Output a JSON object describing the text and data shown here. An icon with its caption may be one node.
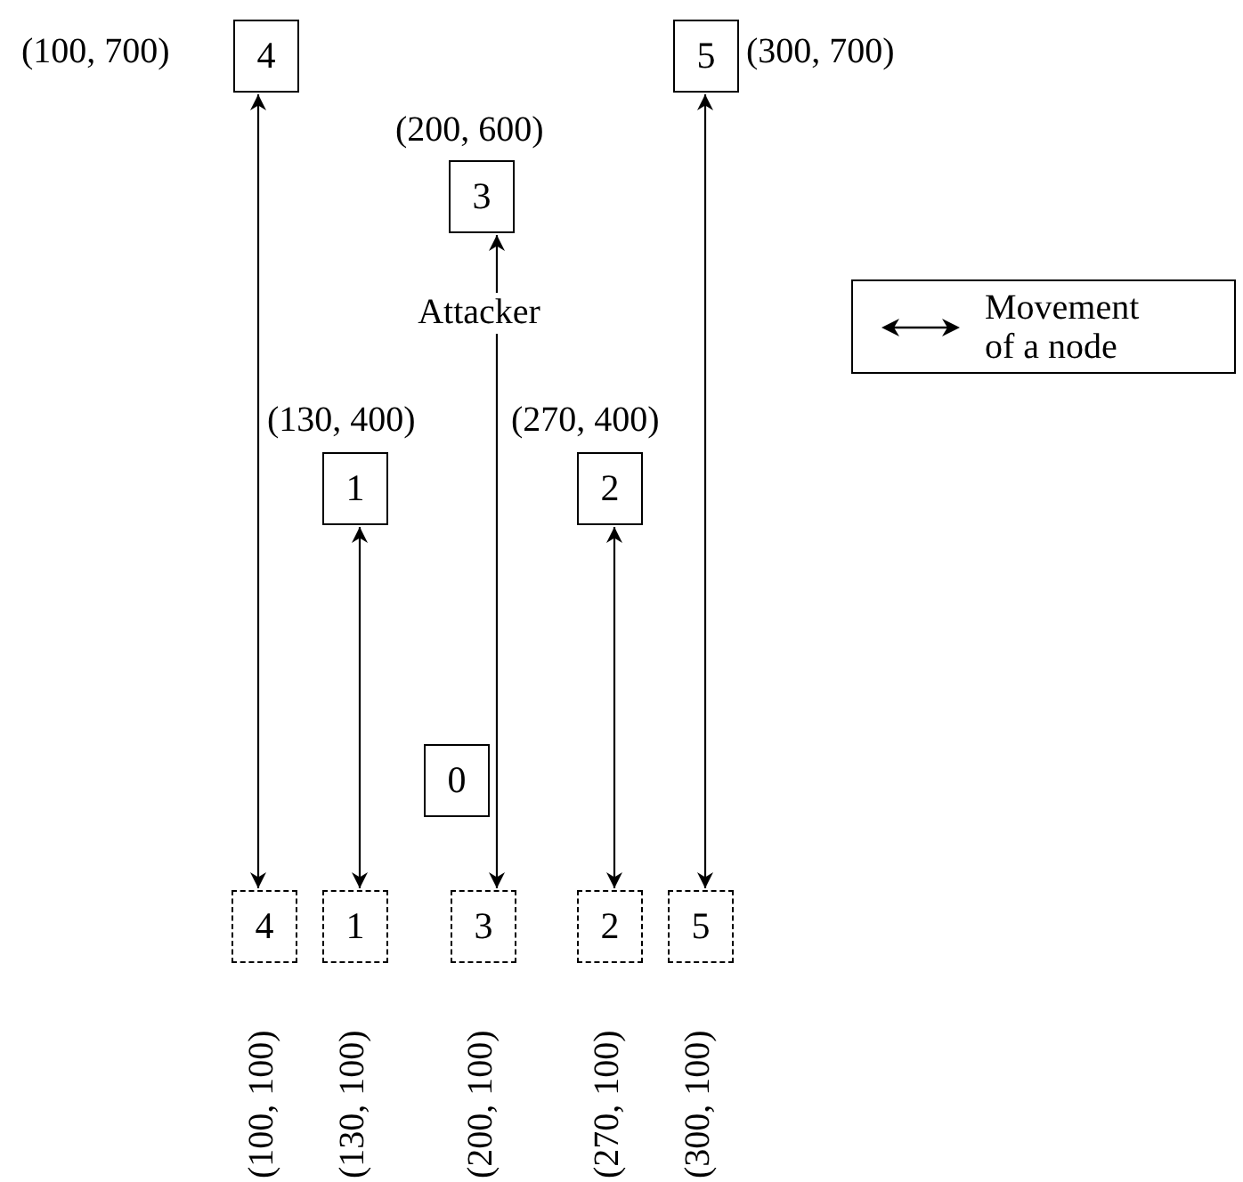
{
  "diagram": {
    "nodes": [
      {
        "text": [
          "4"
        ],
        "beside": [
          "(100, 700)"
        ]
      },
      {
        "text": [
          "5"
        ],
        "beside": [
          "(300, 700)"
        ]
      },
      {
        "text": [
          "3"
        ],
        "beside": [
          "(200, 600)"
        ]
      },
      {
        "text": [
          "1"
        ],
        "beside": [
          "(130, 400)"
        ]
      },
      {
        "text": [
          "2"
        ],
        "beside": [
          "(270, 400)"
        ]
      },
      {
        "text": [
          "0"
        ]
      },
      {
        "text": [
          "4"
        ],
        "beside": [
          "(100, 100)"
        ]
      },
      {
        "text": [
          "1"
        ],
        "beside": [
          "(130, 100)"
        ]
      },
      {
        "text": [
          "3"
        ],
        "beside": [
          "(200, 100)"
        ]
      },
      {
        "text": [
          "2"
        ],
        "beside": [
          "(270, 100)"
        ]
      },
      {
        "text": [
          "5"
        ],
        "beside": [
          "(300, 100)"
        ]
      }
    ],
    "edges": [
      {
        "from": 6,
        "to": 0,
        "arrow": "both"
      },
      {
        "from": 7,
        "to": 3,
        "arrow": "both"
      },
      {
        "from": 8,
        "to": 2,
        "arrow": "both",
        "label": "Attacker"
      },
      {
        "from": 9,
        "to": 4,
        "arrow": "both"
      },
      {
        "from": 10,
        "to": 1,
        "arrow": "both"
      }
    ],
    "legend": [
      {
        "text": "Movement of a node"
      }
    ]
  }
}
